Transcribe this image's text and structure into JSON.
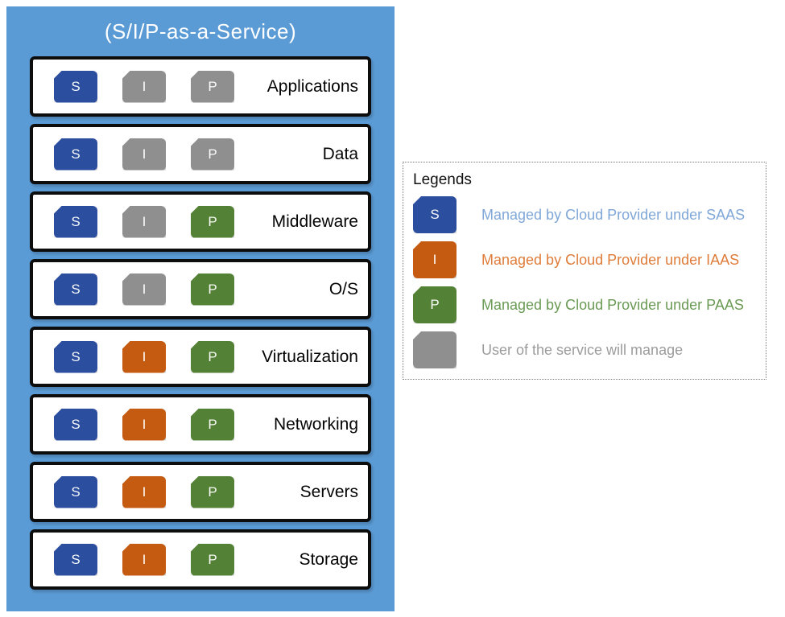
{
  "colors": {
    "panel_bg": "#5B9BD5",
    "saas": "#2C4E9E",
    "iaas": "#C55A11",
    "paas": "#538135",
    "user": "#8F8F8F",
    "row_border": "#0D0D0D"
  },
  "panel": {
    "title": "(S/I/P-as-a-Service)",
    "rows": [
      {
        "label": "Applications",
        "chips": [
          {
            "letter": "S",
            "managed_by": "saas"
          },
          {
            "letter": "I",
            "managed_by": "user"
          },
          {
            "letter": "P",
            "managed_by": "user"
          }
        ]
      },
      {
        "label": "Data",
        "chips": [
          {
            "letter": "S",
            "managed_by": "saas"
          },
          {
            "letter": "I",
            "managed_by": "user"
          },
          {
            "letter": "P",
            "managed_by": "user"
          }
        ]
      },
      {
        "label": "Middleware",
        "chips": [
          {
            "letter": "S",
            "managed_by": "saas"
          },
          {
            "letter": "I",
            "managed_by": "user"
          },
          {
            "letter": "P",
            "managed_by": "paas"
          }
        ]
      },
      {
        "label": "O/S",
        "chips": [
          {
            "letter": "S",
            "managed_by": "saas"
          },
          {
            "letter": "I",
            "managed_by": "user"
          },
          {
            "letter": "P",
            "managed_by": "paas"
          }
        ]
      },
      {
        "label": "Virtualization",
        "chips": [
          {
            "letter": "S",
            "managed_by": "saas"
          },
          {
            "letter": "I",
            "managed_by": "iaas"
          },
          {
            "letter": "P",
            "managed_by": "paas"
          }
        ]
      },
      {
        "label": "Networking",
        "chips": [
          {
            "letter": "S",
            "managed_by": "saas"
          },
          {
            "letter": "I",
            "managed_by": "iaas"
          },
          {
            "letter": "P",
            "managed_by": "paas"
          }
        ]
      },
      {
        "label": "Servers",
        "chips": [
          {
            "letter": "S",
            "managed_by": "saas"
          },
          {
            "letter": "I",
            "managed_by": "iaas"
          },
          {
            "letter": "P",
            "managed_by": "paas"
          }
        ]
      },
      {
        "label": "Storage",
        "chips": [
          {
            "letter": "S",
            "managed_by": "saas"
          },
          {
            "letter": "I",
            "managed_by": "iaas"
          },
          {
            "letter": "P",
            "managed_by": "paas"
          }
        ]
      }
    ]
  },
  "legend": {
    "title": "Legends",
    "items": [
      {
        "letter": "S",
        "color_key": "saas",
        "label": "Managed by Cloud Provider under SAAS",
        "text_color": "#7FA7D8"
      },
      {
        "letter": "I",
        "color_key": "iaas",
        "label": "Managed by Cloud Provider under IAAS",
        "text_color": "#DF7C39"
      },
      {
        "letter": "P",
        "color_key": "paas",
        "label": "Managed by Cloud Provider under PAAS",
        "text_color": "#6A9A54"
      },
      {
        "letter": "",
        "color_key": "user",
        "label": "User of the service will manage",
        "text_color": "#9C9C9C"
      }
    ]
  }
}
